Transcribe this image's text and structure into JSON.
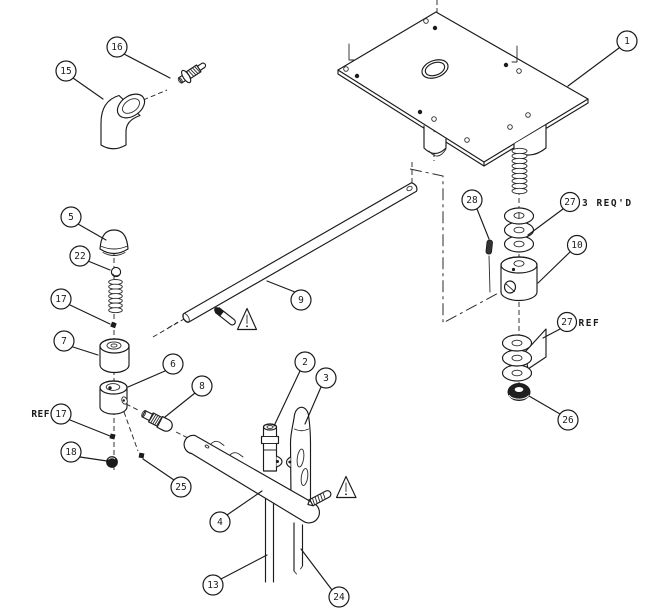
{
  "diagram": {
    "type": "exploded-parts-diagram",
    "colors": {
      "line": "#1b1b1b",
      "background": "#ffffff"
    },
    "callouts": [
      {
        "number": "16"
      },
      {
        "number": "15"
      },
      {
        "number": "1"
      },
      {
        "number": "5"
      },
      {
        "number": "22"
      },
      {
        "number": "17"
      },
      {
        "number": "7"
      },
      {
        "number": "6"
      },
      {
        "number": "8"
      },
      {
        "number": "9"
      },
      {
        "number": "2"
      },
      {
        "number": "3"
      },
      {
        "number": "28"
      },
      {
        "number": "27",
        "note": "3 REQ'D"
      },
      {
        "number": "10"
      },
      {
        "number": "27",
        "note": "REF"
      },
      {
        "number": "26"
      },
      {
        "number": "17",
        "note": "REF"
      },
      {
        "number": "18"
      },
      {
        "number": "25"
      },
      {
        "number": "4"
      },
      {
        "number": "13"
      },
      {
        "number": "24"
      }
    ]
  }
}
